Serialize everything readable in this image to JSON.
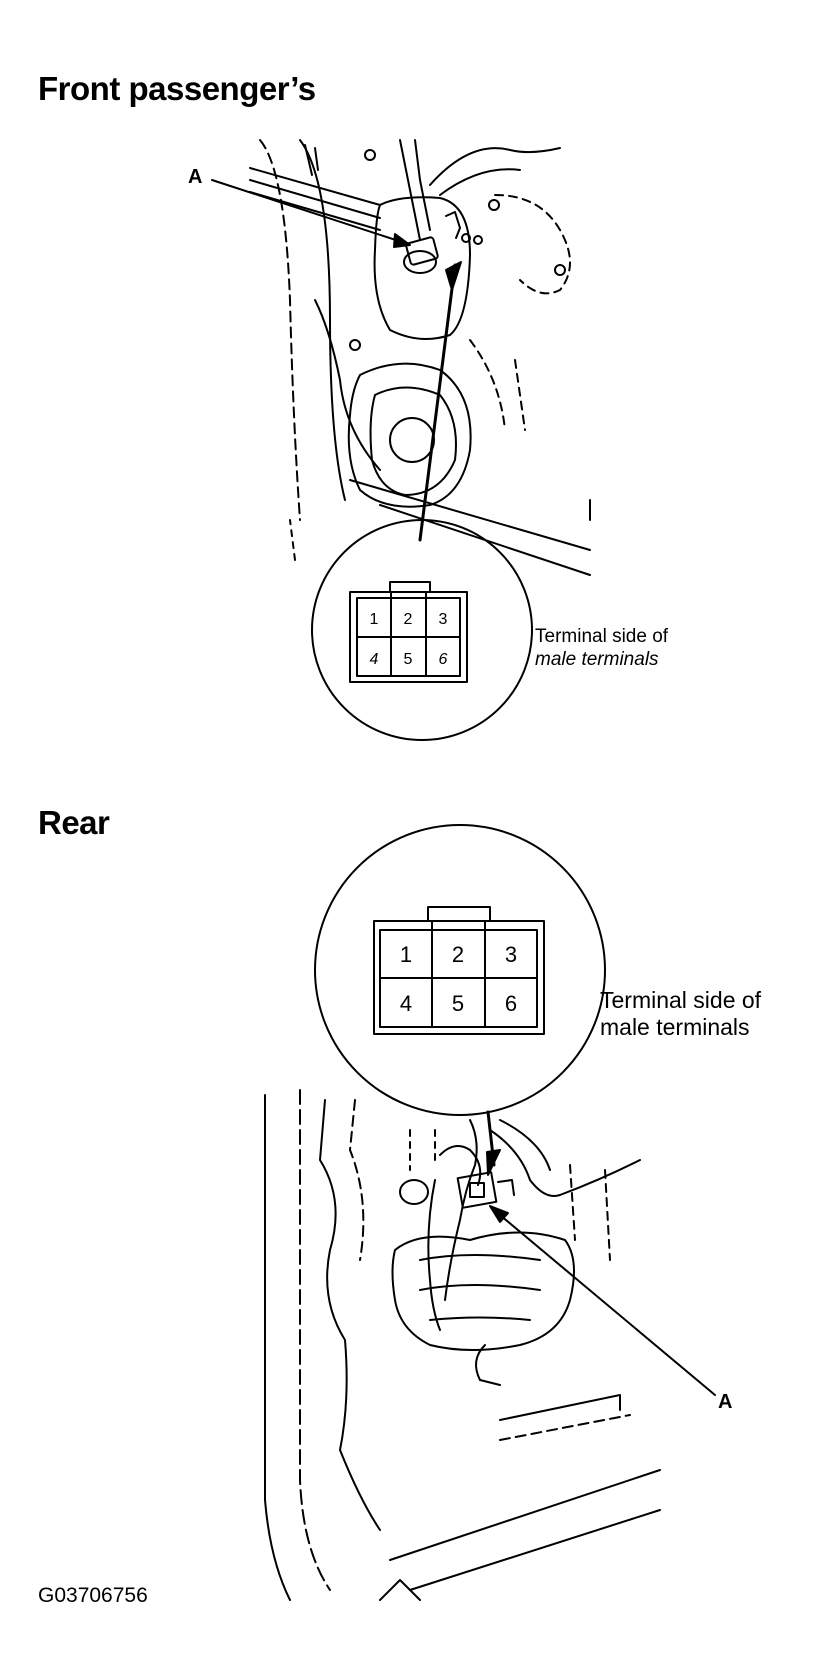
{
  "front": {
    "heading": "Front passenger’s",
    "callout": "A",
    "caption_line1": "Terminal side of",
    "caption_line2": "male terminals",
    "pins": [
      "1",
      "2",
      "3",
      "4",
      "5",
      "6"
    ]
  },
  "rear": {
    "heading": "Rear",
    "callout": "A",
    "caption_line1": "Terminal side of",
    "caption_line2": "male terminals",
    "pins": [
      "1",
      "2",
      "3",
      "4",
      "5",
      "6"
    ]
  },
  "figure_id": "G03706756"
}
